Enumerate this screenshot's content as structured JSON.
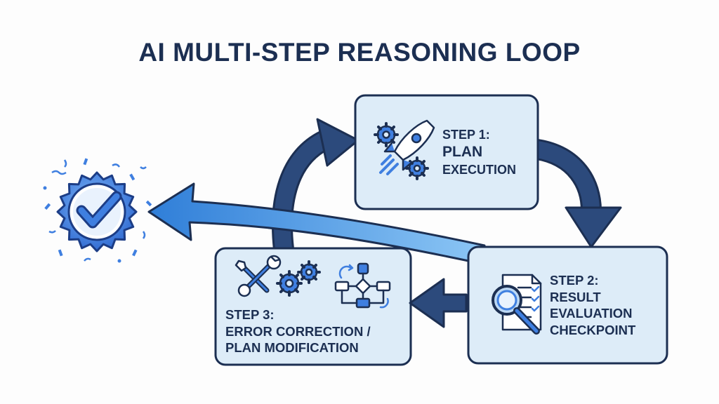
{
  "title": "AI MULTI-STEP REASONING LOOP",
  "steps": [
    {
      "id": "step-1",
      "label": "STEP 1:",
      "lines": [
        "PLAN",
        "EXECUTION"
      ],
      "icon": "rocket-with-gears-icon"
    },
    {
      "id": "step-2",
      "label": "STEP 2:",
      "lines": [
        "RESULT",
        "EVALUATION",
        "CHECKPOINT"
      ],
      "icon": "magnifier-checklist-icon"
    },
    {
      "id": "step-3",
      "label": "STEP 3:",
      "lines": [
        "ERROR CORRECTION /",
        "PLAN MODIFICATION"
      ],
      "icons": [
        "wrench-screwdriver-icon",
        "gear-icon",
        "flowchart-icon"
      ]
    }
  ],
  "completion_icon": "checkmark-badge-icon",
  "colors": {
    "title": "#1c2f52",
    "box_fill": "#ddecf8",
    "box_border": "#1c2f52",
    "arrow_dark": "#2c4a7c",
    "arrow_light": "#3e8fdc",
    "badge": "#3f7fe0"
  }
}
